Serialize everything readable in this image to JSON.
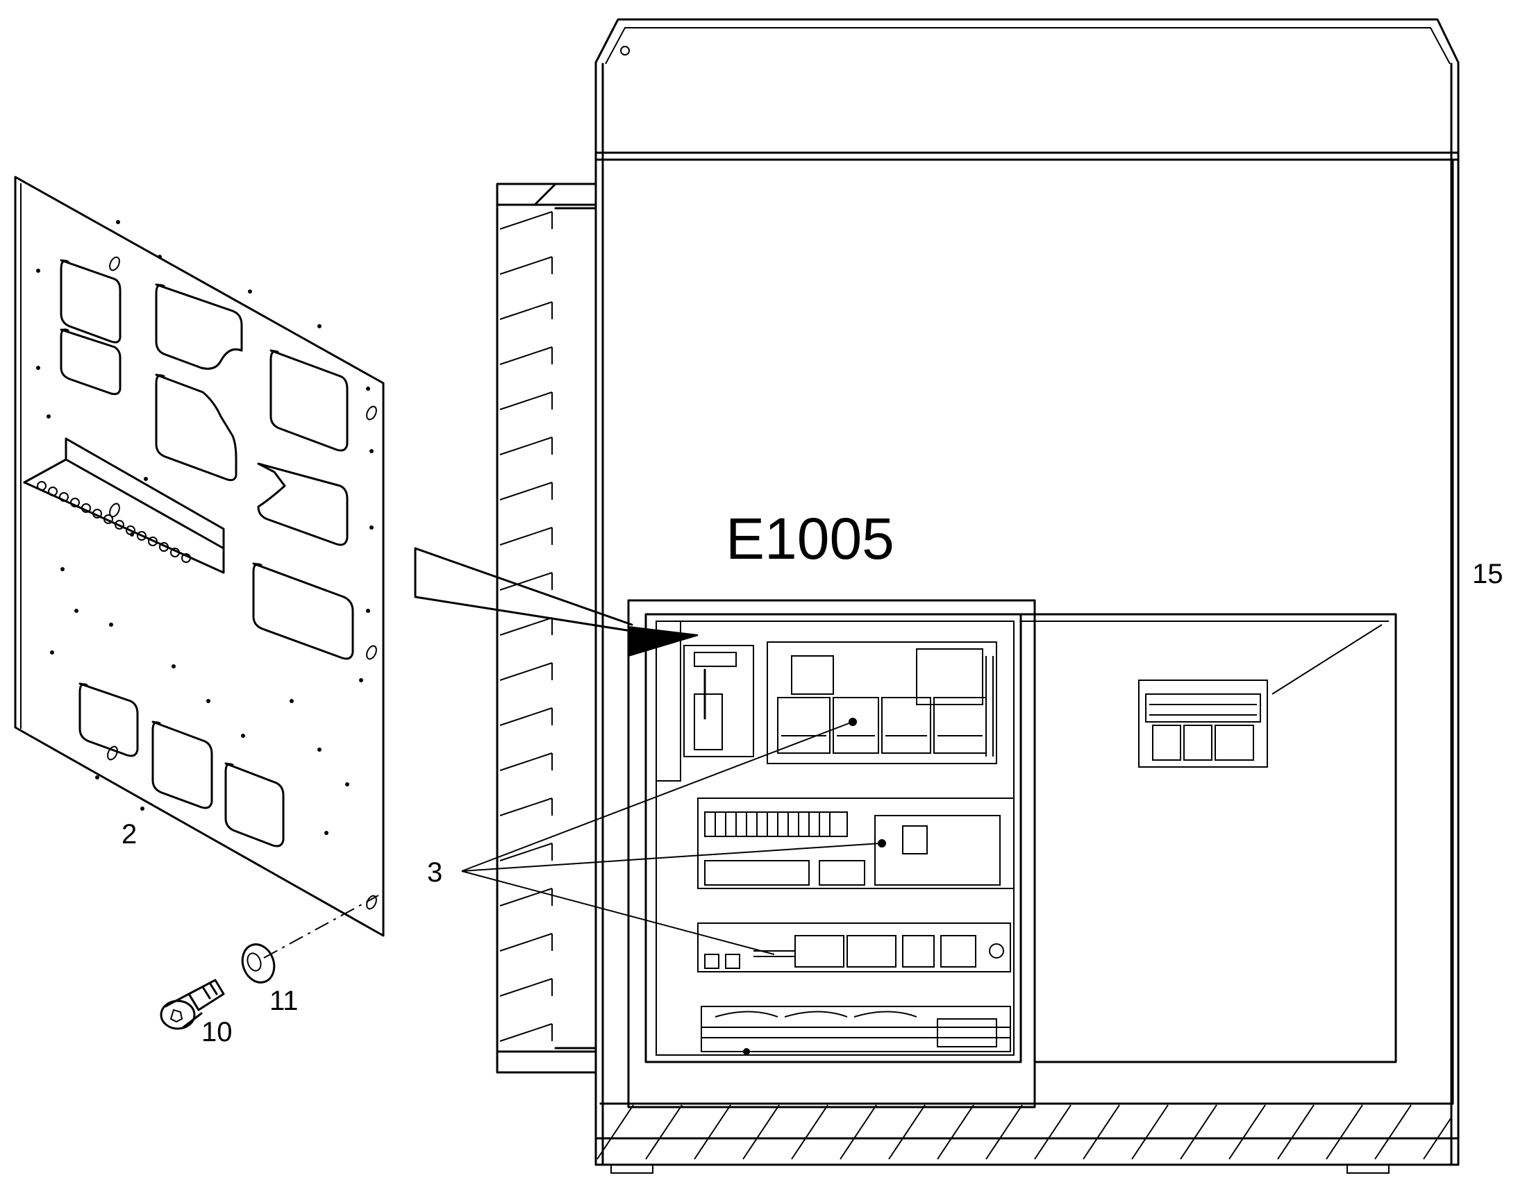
{
  "diagram": {
    "cabinet_designation": "E1005",
    "callouts": [
      {
        "id": "2",
        "text": "2"
      },
      {
        "id": "3",
        "text": "3"
      },
      {
        "id": "10",
        "text": "10"
      },
      {
        "id": "11",
        "text": "11"
      },
      {
        "id": "15",
        "text": "15"
      }
    ]
  }
}
